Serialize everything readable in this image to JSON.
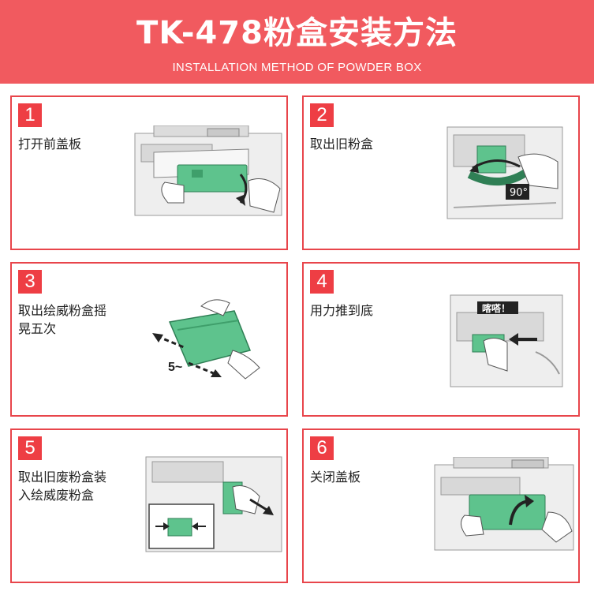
{
  "header": {
    "title": "TK-478粉盒安装方法",
    "subtitle": "INSTALLATION METHOD OF POWDER BOX"
  },
  "colors": {
    "banner": "#f15a5f",
    "accent": "#ee3e44",
    "toner": "#5ec38d"
  },
  "steps": [
    {
      "number": "1",
      "caption": "打开前盖板",
      "illustration": "printer-open-front-cover"
    },
    {
      "number": "2",
      "caption": "取出旧粉盒",
      "illustration": "printer-remove-old-toner",
      "angle_label": "90°"
    },
    {
      "number": "3",
      "caption": "取出绘威粉盒摇晃五次",
      "illustration": "shake-toner-cartridge",
      "shake_label": "5~"
    },
    {
      "number": "4",
      "caption": "用力推到底",
      "illustration": "push-toner-in",
      "click_label": "喀嗒！"
    },
    {
      "number": "5",
      "caption": "取出旧废粉盒装入绘威废粉盒",
      "illustration": "replace-waste-toner-box"
    },
    {
      "number": "6",
      "caption": "关闭盖板",
      "illustration": "printer-close-cover"
    }
  ]
}
